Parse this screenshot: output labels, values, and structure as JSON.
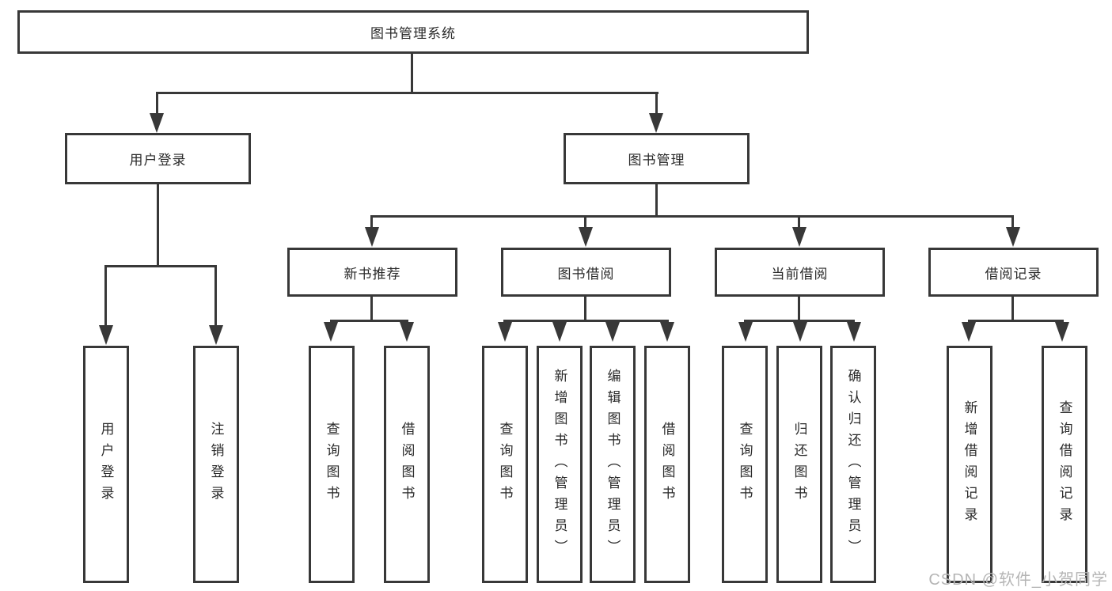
{
  "diagram": {
    "root": {
      "label": "图书管理系统",
      "children": [
        {
          "label": "用户登录",
          "children": [
            {
              "label": "用户登录"
            },
            {
              "label": "注销登录"
            }
          ]
        },
        {
          "label": "图书管理",
          "children": [
            {
              "label": "新书推荐",
              "children": [
                {
                  "label": "查询图书"
                },
                {
                  "label": "借阅图书"
                }
              ]
            },
            {
              "label": "图书借阅",
              "children": [
                {
                  "label": "查询图书"
                },
                {
                  "label": "新增图书（管理员）"
                },
                {
                  "label": "编辑图书（管理员）"
                },
                {
                  "label": "借阅图书"
                }
              ]
            },
            {
              "label": "当前借阅",
              "children": [
                {
                  "label": "查询图书"
                },
                {
                  "label": "归还图书"
                },
                {
                  "label": "确认归还（管理员）"
                }
              ]
            },
            {
              "label": "借阅记录",
              "children": [
                {
                  "label": "新增借阅记录"
                },
                {
                  "label": "查询借阅记录"
                }
              ]
            }
          ]
        }
      ]
    }
  },
  "watermark": {
    "text": "CSDN @软件_小贺同学"
  },
  "colors": {
    "line": "#383838",
    "text": "#2a2a2a",
    "watermark": "#b5b5b5",
    "background": "#ffffff"
  }
}
